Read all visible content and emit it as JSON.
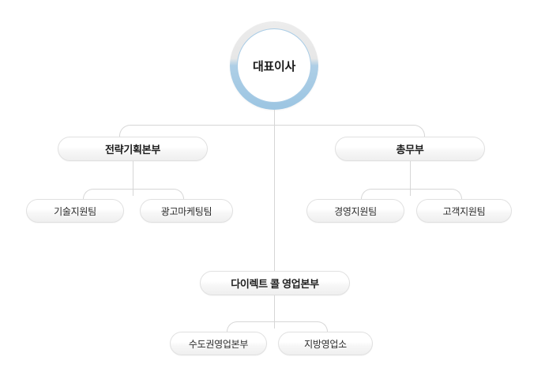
{
  "chart": {
    "title": "",
    "type": "org-chart",
    "root": {
      "id": "ceo",
      "label": "대표이사",
      "shape": "circle",
      "ring_top_color": "#ececec",
      "ring_bottom_color": "#9cc5e2",
      "inner_border_color": "#a9cce6"
    },
    "divisions": [
      {
        "id": "strategy",
        "label": "전략기획본부",
        "teams": [
          {
            "id": "tech-support",
            "label": "기술지원팀"
          },
          {
            "id": "ad-marketing",
            "label": "광고마케팅팀"
          }
        ]
      },
      {
        "id": "general-affairs",
        "label": "총무부",
        "teams": [
          {
            "id": "management-support",
            "label": "경영지원팀"
          },
          {
            "id": "customer-support",
            "label": "고객지원팀"
          }
        ]
      }
    ],
    "sales_division": {
      "id": "direct-call-sales",
      "label": "다이렉트 콜 영업본부",
      "teams": [
        {
          "id": "metro-sales",
          "label": "수도권영업본부"
        },
        {
          "id": "regional-sales",
          "label": "지방영업소"
        }
      ]
    },
    "style": {
      "connector_color": "#d6d6d6",
      "box_border_color": "#e0e0e0",
      "box_fill_top": "#ffffff",
      "box_fill_bottom": "#efefef",
      "text_color": "#1d1d1d",
      "background": "#ffffff"
    }
  }
}
